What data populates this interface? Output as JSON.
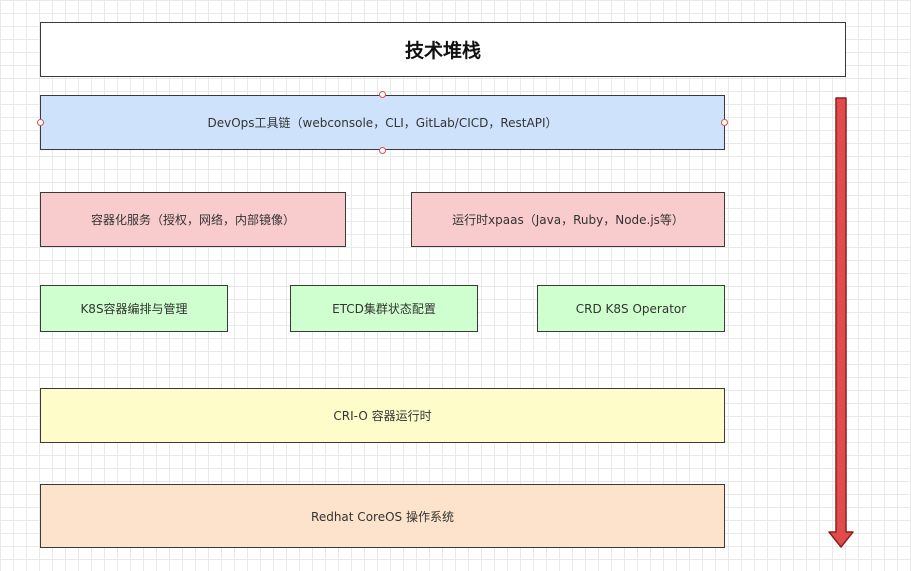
{
  "title": "技术堆栈",
  "layers": {
    "devops": "DevOps工具链（webconsole，CLI，GitLab/CICD，RestAPI）",
    "container_service": "容器化服务（授权，网络，内部镜像）",
    "runtime_xpaas": "运行时xpaas（Java，Ruby，Node.js等）",
    "k8s": "K8S容器编排与管理",
    "etcd": "ETCD集群状态配置",
    "crd": "CRD K8S Operator",
    "cri": "CRI-O 容器运行时",
    "os": "Redhat CoreOS 操作系统"
  },
  "colors": {
    "devops": "#cfe2fb",
    "services": "#f8cccc",
    "k8s": "#cfffce",
    "cri": "#fefcc9",
    "os": "#fde3cb",
    "arrow": "#e24b4b"
  }
}
